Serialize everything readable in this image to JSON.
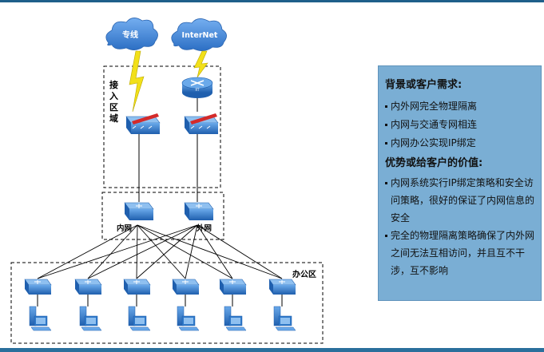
{
  "diagram": {
    "clouds": {
      "dedicated_line": "专线",
      "internet": "InterNet"
    },
    "zones": {
      "access_zone_label": "接入区域",
      "office_zone_label": "办公区"
    },
    "switch_labels": {
      "internal": "内网",
      "external": "外网"
    },
    "router_badge": "RT",
    "office_switch_count": 6,
    "office_pc_count": 6
  },
  "info_panel": {
    "requirements_heading": "背景或客户需求:",
    "requirements": [
      "内外网完全物理隔离",
      "内网与交通专网相连",
      "内网办公实现IP绑定"
    ],
    "benefits_heading": "优势或给客户的价值:",
    "benefits": [
      "内网系统实行IP绑定策略和安全访问策略，很好的保证了内网信息的安全",
      "完全的物理隔离策略确保了内外网之间无法互相访问，并且互不干涉，互不影响"
    ]
  },
  "colors": {
    "device_blue": "#2f78c8",
    "cloud_blue": "#3f86d6",
    "firewall_red": "#d42a2a",
    "lightning_yellow": "#f2e01a",
    "panel_bg": "#7aaed4"
  }
}
